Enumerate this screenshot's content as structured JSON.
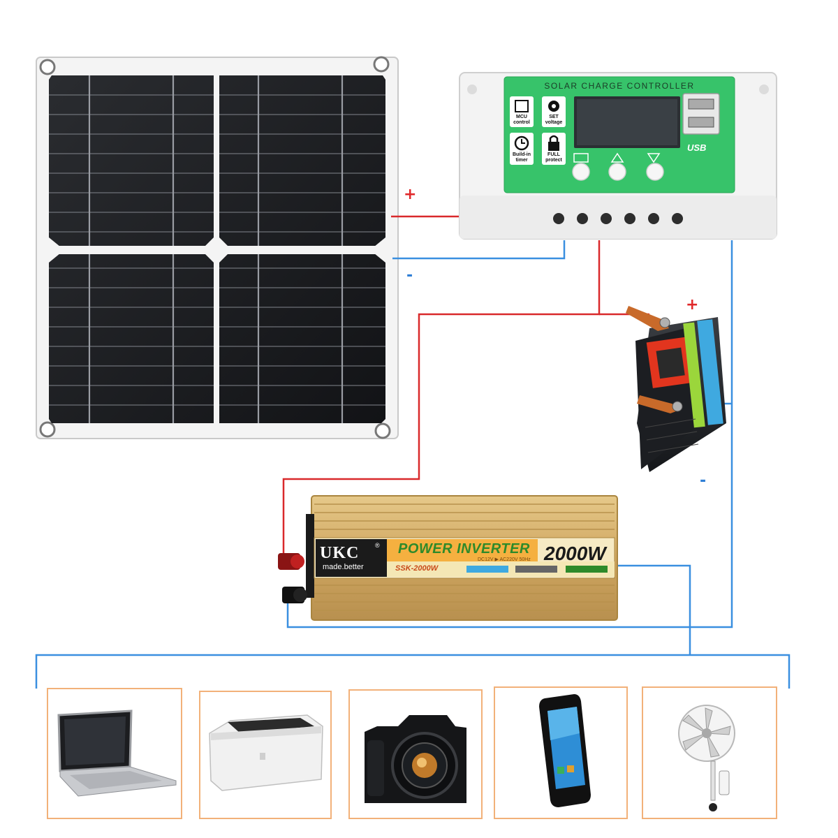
{
  "controller": {
    "title": "SOLAR CHARGE CONTROLLER",
    "features": [
      {
        "label": "MCU\ncontrol",
        "icon": "chip-icon"
      },
      {
        "label": "SET\nvoltage",
        "icon": "gear-icon"
      },
      {
        "label": "Build-in\ntimer",
        "icon": "clock-icon"
      },
      {
        "label": "FULL\nprotect",
        "icon": "lock-icon"
      }
    ],
    "usb_label": "USB"
  },
  "polarity": {
    "plus": "+",
    "minus": "-"
  },
  "inverter": {
    "brand": "UKC",
    "registered": "®",
    "tagline": "made.better",
    "title": "POWER INVERTER",
    "power": "2000W",
    "model": "SSK-2000W",
    "spec": "DC12V ▶ AC220V  50Hz"
  },
  "colors": {
    "positive_wire": "#d9292b",
    "negative_wire": "#3a8fe0",
    "controller_face": "#37c36a",
    "appliance_frame": "#f2b179",
    "inverter_body": "#d4b06a"
  },
  "appliances": [
    {
      "name": "laptop",
      "icon": "laptop-icon"
    },
    {
      "name": "printer",
      "icon": "printer-icon"
    },
    {
      "name": "camera",
      "icon": "camera-icon"
    },
    {
      "name": "smartphone",
      "icon": "smartphone-icon"
    },
    {
      "name": "fan",
      "icon": "fan-icon"
    }
  ]
}
